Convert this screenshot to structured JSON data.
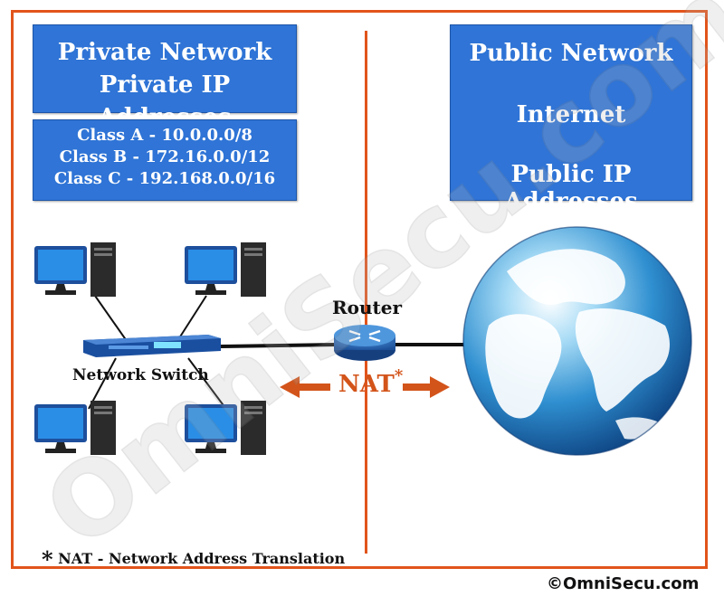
{
  "private_box": {
    "line1": "Private Network",
    "line2": "Private IP Addresses"
  },
  "classes": [
    "Class A - 10.0.0.0/8",
    "Class B - 172.16.0.0/12",
    "Class C - 192.168.0.0/16"
  ],
  "public_box": {
    "line1": "Public Network",
    "line2": "Internet",
    "line3": "Public IP Addresses"
  },
  "router_label": "Router",
  "switch_label": "Network Switch",
  "nat_label": "NAT",
  "nat_star": "*",
  "footnote": {
    "star": "*",
    "text": "NAT - Network Address Translation"
  },
  "copyright": "©OmniSecu.com",
  "watermark": "OmniSecu.com",
  "colors": {
    "frame": "#e2541b",
    "box": "#2f74d6",
    "arrow": "#d3541a"
  }
}
